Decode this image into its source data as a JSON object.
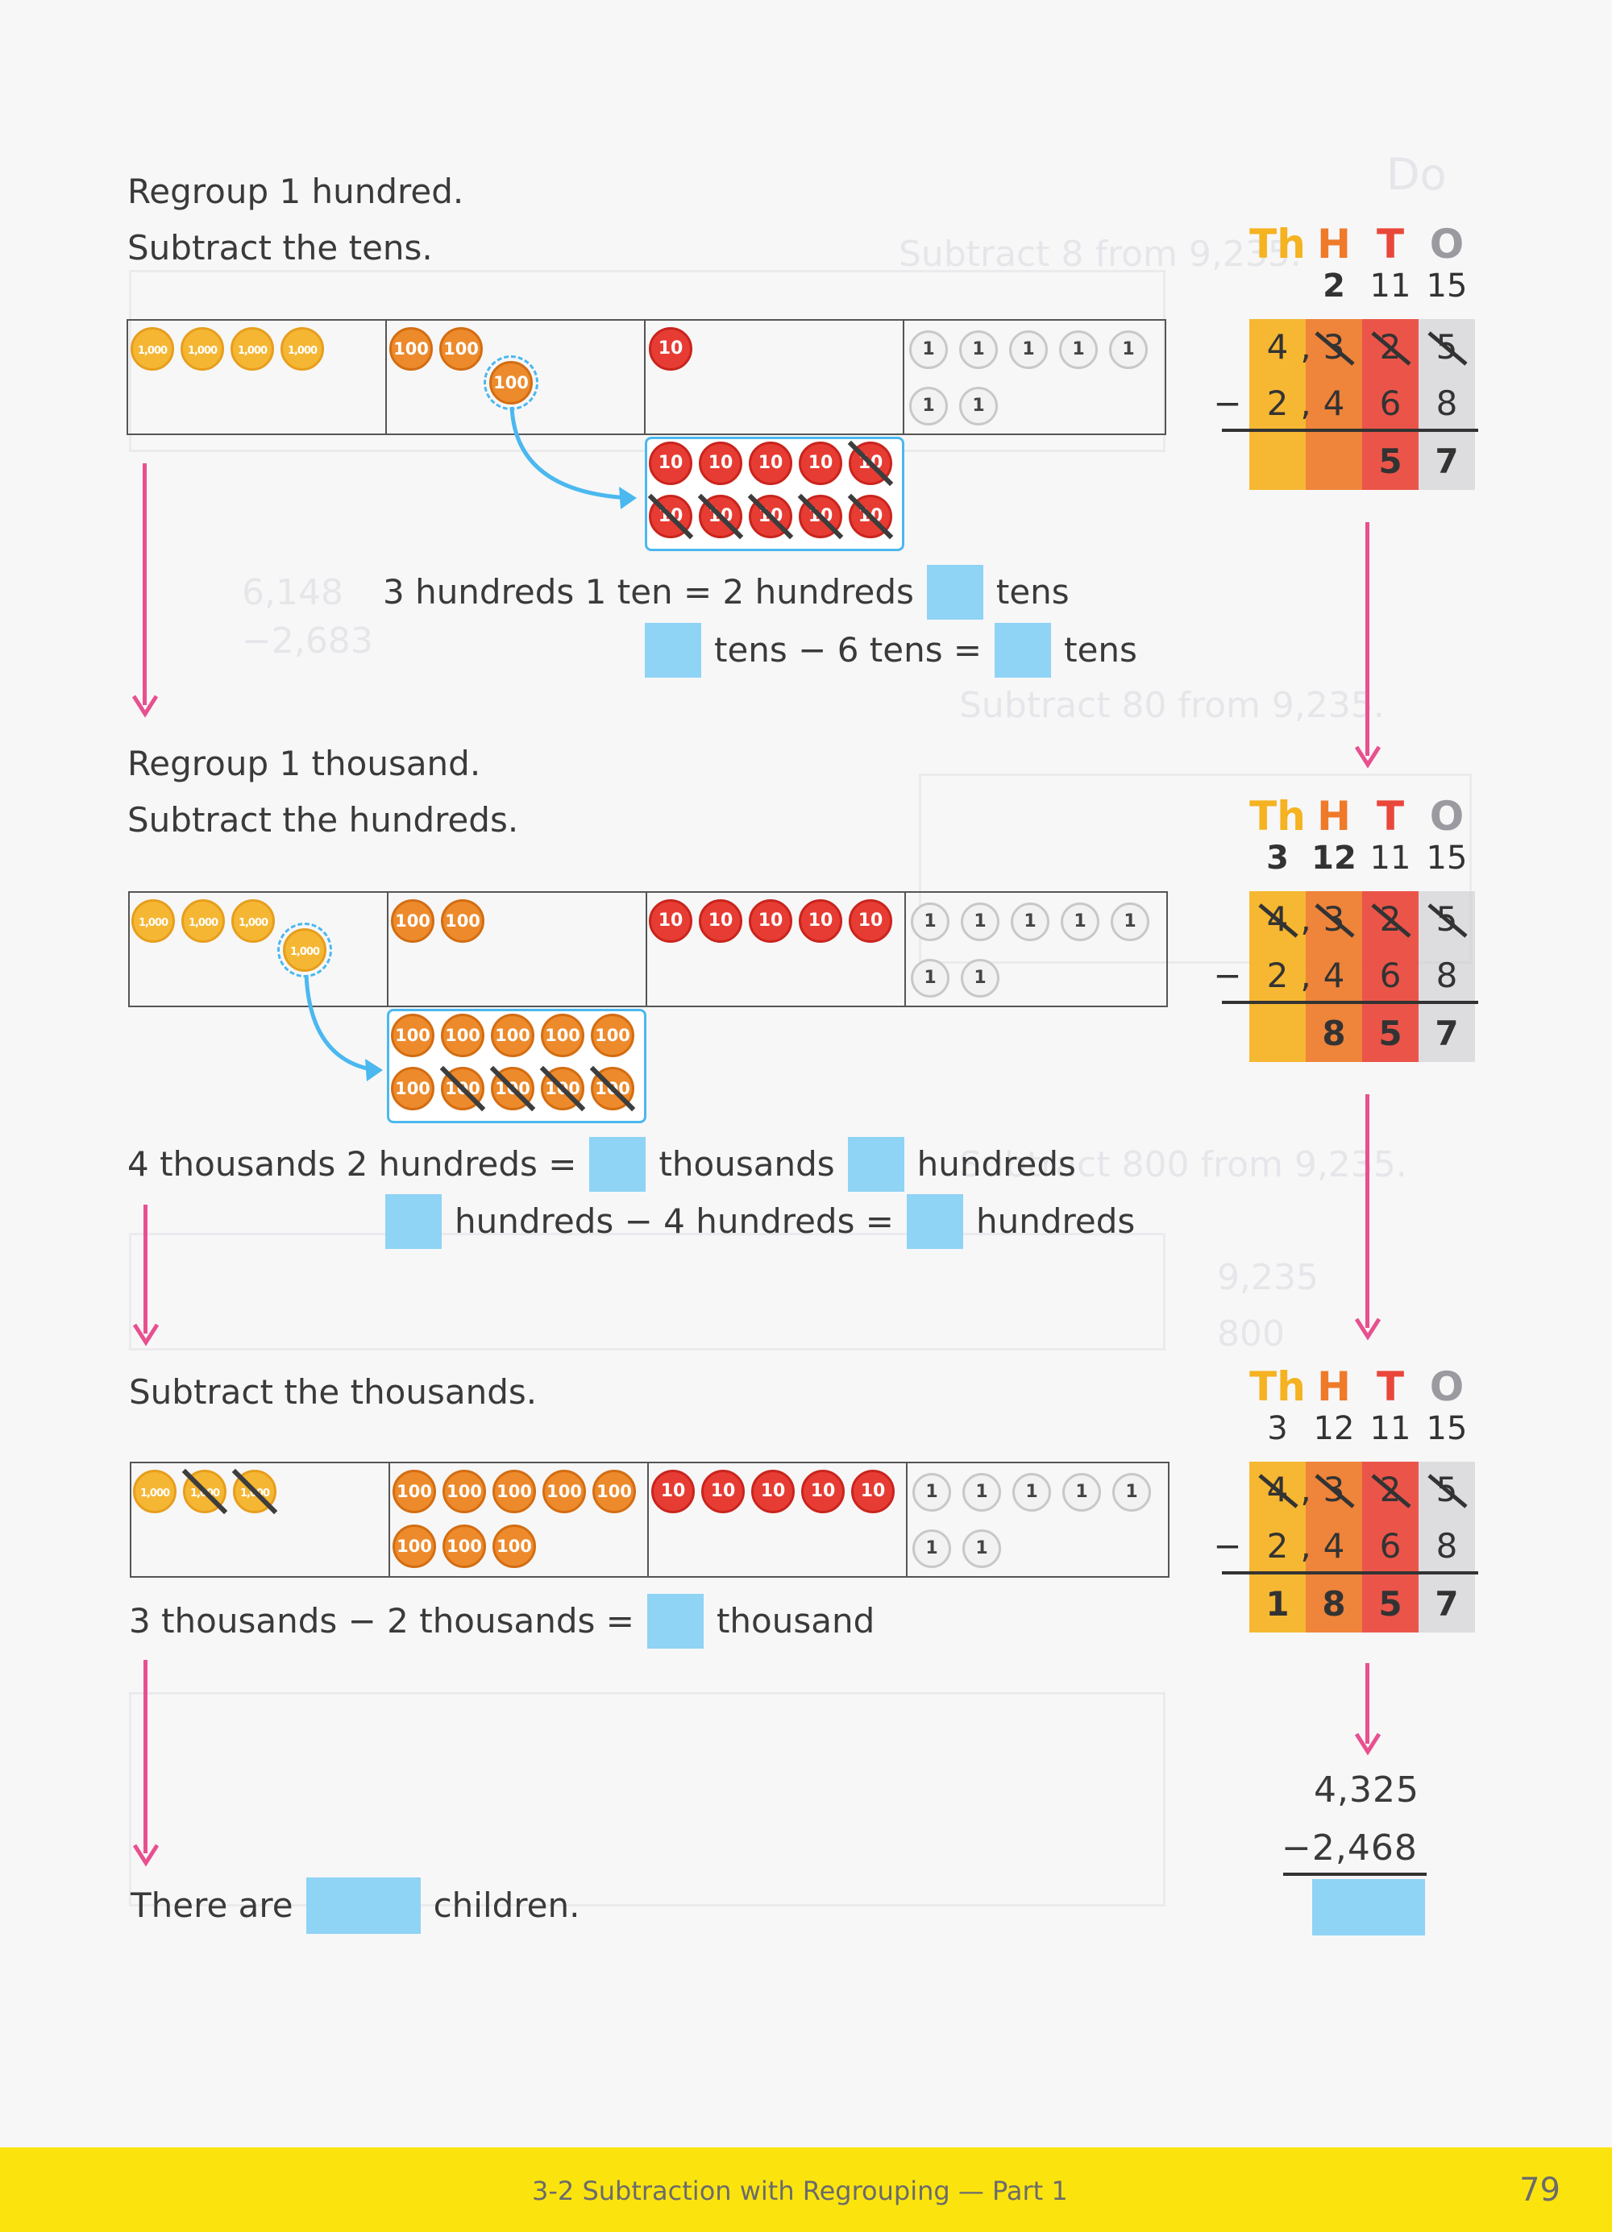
{
  "step1": {
    "line1": "Regroup 1 hundred.",
    "line2": "Subtract the tens.",
    "eq1_a": "3 hundreds 1 ten = 2 hundreds",
    "eq1_b": "tens",
    "eq2_a": "tens − 6 tens =",
    "eq2_b": "tens"
  },
  "step2": {
    "line1": "Regroup 1 thousand.",
    "line2": "Subtract the hundreds.",
    "eq1_a": "4 thousands 2 hundreds =",
    "eq1_b": "thousands",
    "eq1_c": "hundreds",
    "eq2_a": "hundreds − 4 hundreds =",
    "eq2_b": "hundreds"
  },
  "step3": {
    "line1": "Subtract the thousands.",
    "eq_a": "3 thousands − 2 thousands =",
    "eq_b": "thousand"
  },
  "final": {
    "a": "There are",
    "b": "children.",
    "top": "4,325",
    "bottom": "−2,468"
  },
  "disc_labels": {
    "thousand": "1,000",
    "hundred": "100",
    "ten": "10",
    "one": "1"
  },
  "place_headers": {
    "th": "Th",
    "h": "H",
    "t": "T",
    "o": "O"
  },
  "colors": {
    "th": "#f5b221",
    "h": "#ee7a2a",
    "t": "#e9473a",
    "o": "#c8c8cc",
    "blank": "#8fd3f5",
    "arrow": "#e8508f"
  },
  "calc1": {
    "regroup": [
      "",
      "2",
      "11",
      "15"
    ],
    "top": [
      "4",
      "3",
      "2",
      "5"
    ],
    "bottom": [
      "2",
      "4",
      "6",
      "8"
    ],
    "result": [
      "",
      "",
      "5",
      "7"
    ],
    "sign": "−"
  },
  "calc2": {
    "regroup": [
      "3",
      "12",
      "11",
      "15"
    ],
    "top": [
      "4",
      "3",
      "2",
      "5"
    ],
    "bottom": [
      "2",
      "4",
      "6",
      "8"
    ],
    "result": [
      "",
      "8",
      "5",
      "7"
    ],
    "sign": "−"
  },
  "calc3": {
    "regroup": [
      "3",
      "12",
      "11",
      "15"
    ],
    "top": [
      "4",
      "3",
      "2",
      "5"
    ],
    "bottom": [
      "2",
      "4",
      "6",
      "8"
    ],
    "result": [
      "1",
      "8",
      "5",
      "7"
    ],
    "sign": "−"
  },
  "footer": {
    "title": "3-2 Subtraction with Regrouping — Part 1",
    "page": "79"
  }
}
